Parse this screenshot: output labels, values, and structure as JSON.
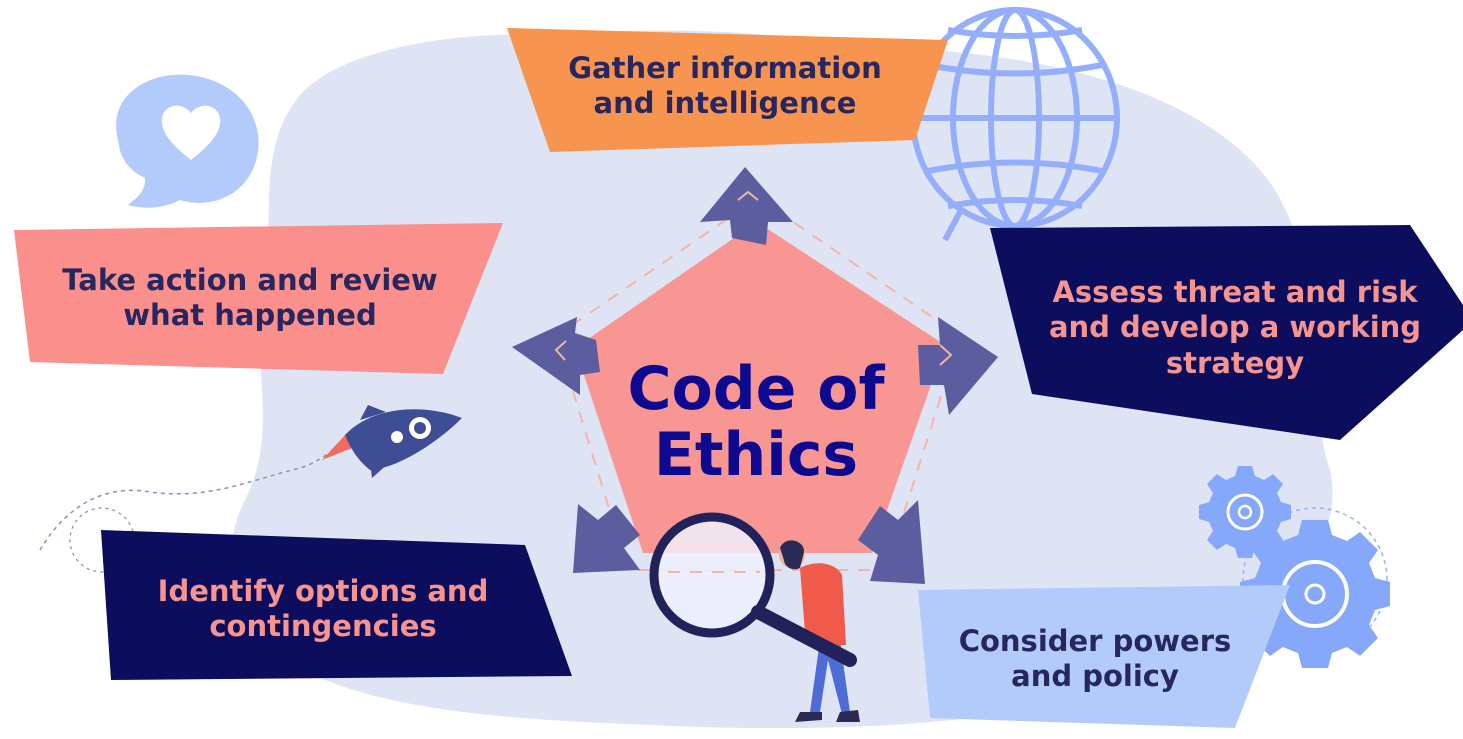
{
  "center": {
    "line1": "Code of",
    "line2": "Ethics"
  },
  "steps": [
    {
      "id": "gather",
      "line1": "Gather information",
      "line2": "and intelligence"
    },
    {
      "id": "assess",
      "line1": "Assess threat and risk",
      "line2": "and develop a working",
      "line3": "strategy"
    },
    {
      "id": "consider",
      "line1": "Consider powers",
      "line2": "and policy"
    },
    {
      "id": "identify",
      "line1": "Identify options and",
      "line2": "contingencies"
    },
    {
      "id": "take",
      "line1": "Take action and review",
      "line2": "what happened"
    }
  ],
  "colors": {
    "blob": "#dfe4f5",
    "pentagon": "#f89694",
    "navy": "#0d0d5e",
    "orange": "#f7944f",
    "salmon": "#fa8f8b",
    "light_blue": "#b3cbfb",
    "arrow": "#5b5d9e",
    "title": "#0e0a8f",
    "text_navy": "#27265f",
    "text_salmon": "#f7948f"
  },
  "icons": [
    "heart-speech-bubble-icon",
    "globe-icon",
    "rocket-icon",
    "gear-icon",
    "magnifying-glass-icon",
    "person-icon"
  ]
}
